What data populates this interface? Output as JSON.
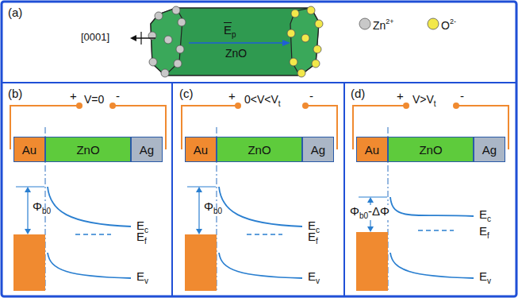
{
  "diagram": {
    "nodes": [
      {
        "text": [
          "Au"
        ]
      },
      {
        "text": [
          "ZnO"
        ]
      },
      {
        "text": [
          "Ag"
        ]
      },
      {
        "text": [
          "Au"
        ]
      },
      {
        "text": [
          "ZnO"
        ]
      },
      {
        "text": [
          "Ag"
        ]
      },
      {
        "text": [
          "Au"
        ]
      },
      {
        "text": [
          "ZnO"
        ]
      },
      {
        "text": [
          "Ag"
        ]
      }
    ],
    "labels": [
      "(a)",
      "[0001]",
      "E",
      "p",
      "ZnO",
      "Zn",
      "2+",
      "O",
      "2-",
      "(b)",
      "+",
      "V=0",
      "-",
      "Φ",
      "b0",
      "E",
      "c",
      "E",
      "f",
      "E",
      "v",
      "(c)",
      "+",
      "0<V<V",
      "t",
      "-",
      "Φ",
      "b0",
      "E",
      "c",
      "E",
      "f",
      "E",
      "v",
      "(d)",
      "+",
      "V>V",
      "t",
      "-",
      "Φ",
      "b0",
      "-ΔΦ",
      "E",
      "c",
      "E",
      "f",
      "E",
      "v"
    ]
  }
}
